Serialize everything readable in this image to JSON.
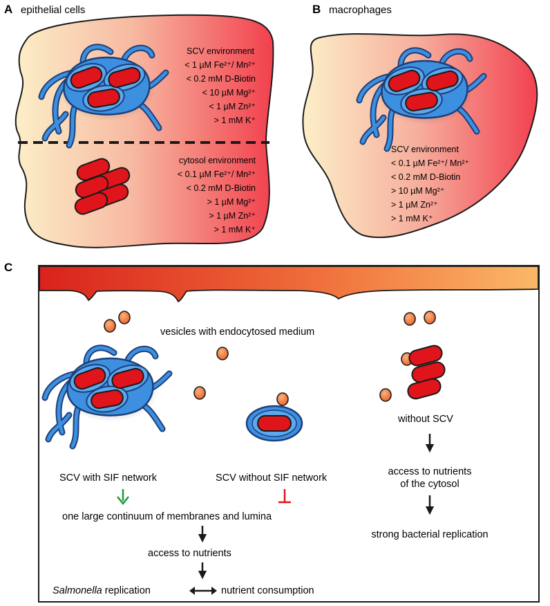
{
  "panel_a": {
    "letter": "A",
    "title": "epithelial cells",
    "scv_env": {
      "heading": "SCV environment",
      "lines": [
        "< 1 µM Fe²⁺/ Mn²⁺",
        "< 0.2 mM D-Biotin",
        "< 10 µM Mg²⁺",
        "< 1 µM Zn²⁺",
        "> 1 mM K⁺"
      ]
    },
    "cytosol_env": {
      "heading": "cytosol environment",
      "lines": [
        "< 0.1 µM Fe²⁺/ Mn²⁺",
        "< 0.2 mM D-Biotin",
        "> 1 µM Mg²⁺",
        "> 1 µM Zn²⁺",
        "> 1 mM K⁺"
      ]
    }
  },
  "panel_b": {
    "letter": "B",
    "title": "macrophages",
    "scv_env": {
      "heading": "SCV environment",
      "lines": [
        "< 0.1 µM Fe²⁺/ Mn²⁺",
        "< 0.2 mM D-Biotin",
        "> 10 µM Mg²⁺",
        "> 1 µM Zn²⁺",
        "> 1 mM K⁺"
      ]
    }
  },
  "panel_c": {
    "letter": "C",
    "vesicles_label": "vesicles with endocytosed medium",
    "scv_sif_label": "SCV with SIF network",
    "scv_no_sif_label": "SCV without SIF network",
    "without_scv_label": "without SCV",
    "continuum_label": "one large continuum of membranes and lumina",
    "access_label": "access to nutrients",
    "replication_italic": "Salmonella",
    "replication_rest": " replication",
    "consumption_label": "nutrient consumption",
    "cytosol_access_line1": "access to nutrients",
    "cytosol_access_line2": "of the cytosol",
    "strong_replication_label": "strong bacterial replication"
  },
  "colors": {
    "cell_light": "#fbeac3",
    "cell_dark": "#f2444f",
    "membrane_blue": "#2f7fd0",
    "membrane_light": "#4fa6ee",
    "bacteria_red": "#e0141b",
    "vesicle_orange": "#f07c3c",
    "promote_green": "#1a9a3a",
    "inhibit_red": "#e0141b"
  }
}
